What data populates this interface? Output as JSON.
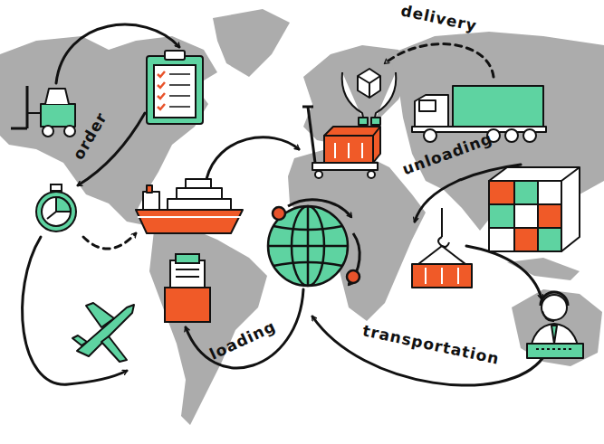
{
  "diagram": {
    "labels": [
      "delivery",
      "order",
      "unloading",
      "loading",
      "transportation"
    ]
  }
}
